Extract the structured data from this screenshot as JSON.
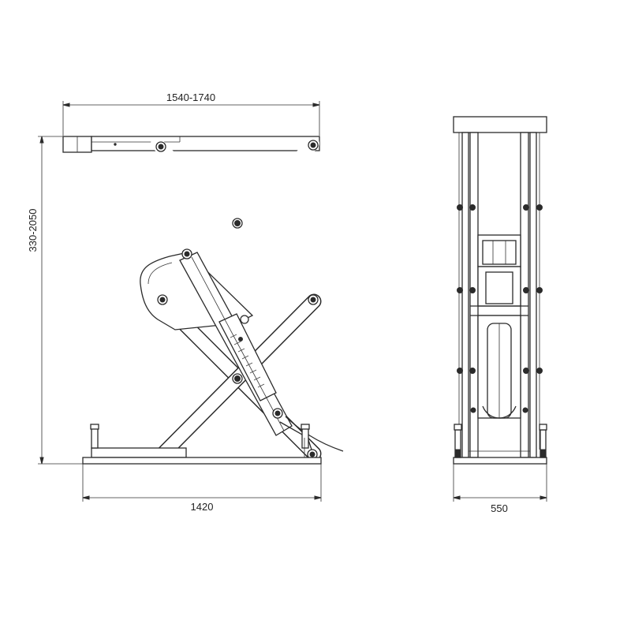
{
  "dimensions": {
    "top_width": "1540-1740",
    "height": "330-2050",
    "base_width": "1420",
    "side_width": "550"
  },
  "colors": {
    "line": "#2b2b2b",
    "background": "#ffffff"
  }
}
